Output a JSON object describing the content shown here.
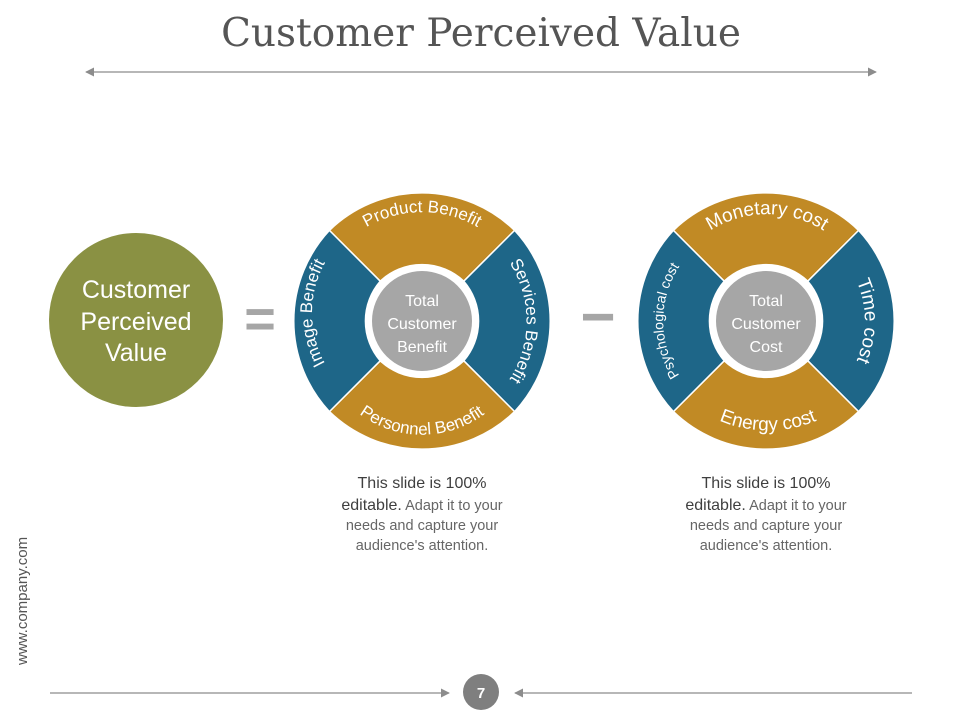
{
  "title": "Customer Perceived Value",
  "left_circle": {
    "lines": [
      "Customer",
      "Perceived",
      "Value"
    ]
  },
  "equals_sign": "=",
  "minus_sign": "−",
  "benefit_wheel": {
    "center_lines": [
      "Total",
      "Customer",
      "Benefit"
    ],
    "segments": {
      "top": "Product Benefit",
      "right": "Services Benefit",
      "bottom": "Personnel Benefit",
      "left": "Image Benefit"
    },
    "caption": {
      "lead_1": "This slide is 100%",
      "lead_2": "editable.",
      "rest_1": " Adapt it to your",
      "rest_2": "needs and capture your",
      "rest_3": "audience's attention."
    }
  },
  "cost_wheel": {
    "center_lines": [
      "Total",
      "Customer",
      "Cost"
    ],
    "segments": {
      "top": "Monetary cost",
      "right": "Time cost",
      "bottom": "Energy cost",
      "left": "Psychological cost"
    },
    "caption": {
      "lead_1": "This slide is 100%",
      "lead_2": "editable.",
      "rest_1": " Adapt it to your",
      "rest_2": "needs and capture your",
      "rest_3": "audience's attention."
    }
  },
  "side_text": "www.company.com",
  "page_number": "7",
  "colors": {
    "gold": "#C18A25",
    "blue": "#1E6688",
    "olive": "#8A9143",
    "gray": "#A6A6A6",
    "title": "#555555",
    "text": "#3F3F3F",
    "muted": "#666666",
    "line": "#8C8C8C"
  }
}
